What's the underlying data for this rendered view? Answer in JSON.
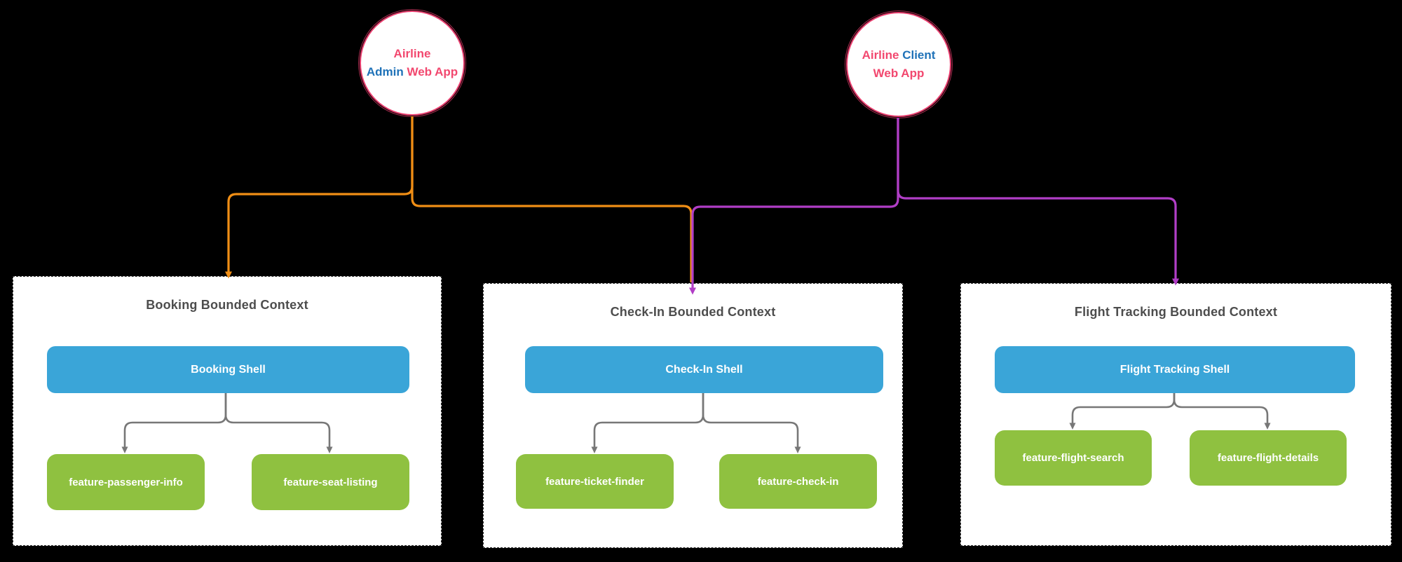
{
  "colors": {
    "canvas_bg": "#000000",
    "box_bg": "#FFFFFF",
    "rose": "#E93D6E",
    "pink_text": "#F2486F",
    "blue_text": "#1F72B8",
    "blue_shell": "#3AA5D8",
    "green": "#8FC140",
    "orange": "#F08E15",
    "purple": "#B13EC6",
    "title_gray": "#4D4D4D",
    "connector_gray": "#777777"
  },
  "apps": [
    {
      "id": "airline-admin-web-app",
      "segments": [
        {
          "text": "Airline",
          "color": "#F2486F"
        },
        {
          "text": "Admin",
          "color": "#1F72B8"
        },
        {
          "text": "Web App",
          "color": "#F2486F"
        }
      ]
    },
    {
      "id": "airline-client-web-app",
      "segments": [
        {
          "text": "Airline",
          "color": "#F2486F"
        },
        {
          "text": "Client",
          "color": "#1F72B8"
        },
        {
          "text": "Web App",
          "color": "#F2486F"
        }
      ]
    }
  ],
  "contexts": [
    {
      "id": "booking",
      "title": "Booking Bounded Context",
      "shell": "Booking Shell",
      "features": [
        "feature-passenger-info",
        "feature-seat-listing"
      ]
    },
    {
      "id": "check-in",
      "title": "Check-In Bounded Context",
      "shell": "Check-In Shell",
      "features": [
        "feature-ticket-finder",
        "feature-check-in"
      ]
    },
    {
      "id": "flight-tracking",
      "title": "Flight Tracking Bounded Context",
      "shell": "Flight Tracking Shell",
      "features": [
        "feature-flight-search",
        "feature-flight-details"
      ]
    }
  ],
  "connections": [
    {
      "from": "airline-admin-web-app",
      "to": "booking",
      "color": "#F08E15"
    },
    {
      "from": "airline-admin-web-app",
      "to": "check-in",
      "color": "#F08E15"
    },
    {
      "from": "airline-client-web-app",
      "to": "check-in",
      "color": "#B13EC6"
    },
    {
      "from": "airline-client-web-app",
      "to": "flight-tracking",
      "color": "#B13EC6"
    }
  ]
}
